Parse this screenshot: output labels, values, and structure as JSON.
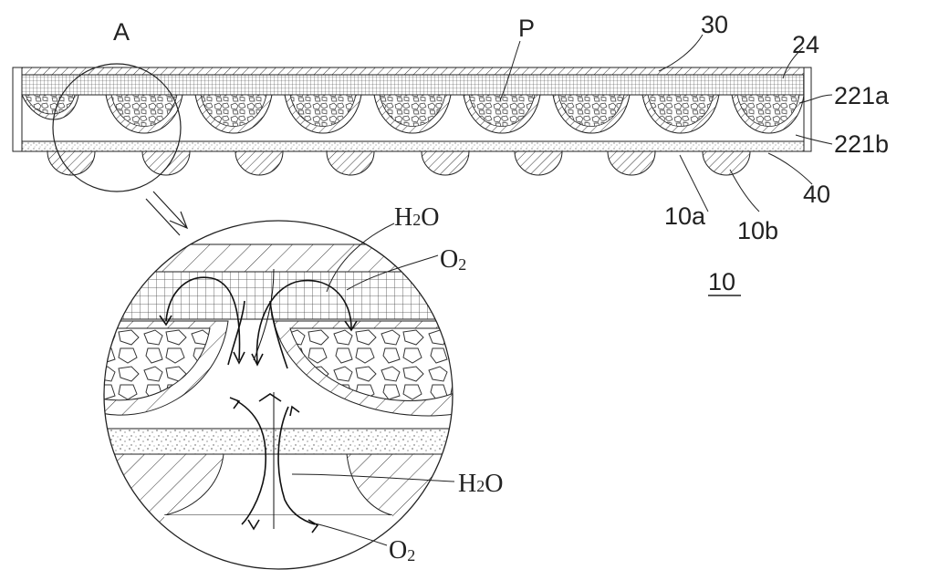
{
  "labels": {
    "detail_ref": "A",
    "pore": "P",
    "top_layer": "30",
    "layer_24": "24",
    "layer_221a": "221a",
    "layer_221b": "221b",
    "layer_40": "40",
    "base_10a": "10a",
    "base_10b": "10b",
    "assembly": "10"
  },
  "detail": {
    "h2o_top_main": "H",
    "h2o_top_sub": "2",
    "h2o_top_end": "O",
    "o2_top_main": "O",
    "o2_top_sub": "2",
    "h2o_bottom_main": "H",
    "h2o_bottom_sub": "2",
    "h2o_bottom_end": "O",
    "o2_bottom_main": "O",
    "o2_bottom_sub": "2"
  },
  "colors": {
    "line": "#222222",
    "hatch": "#333333",
    "dots": "#555555"
  }
}
